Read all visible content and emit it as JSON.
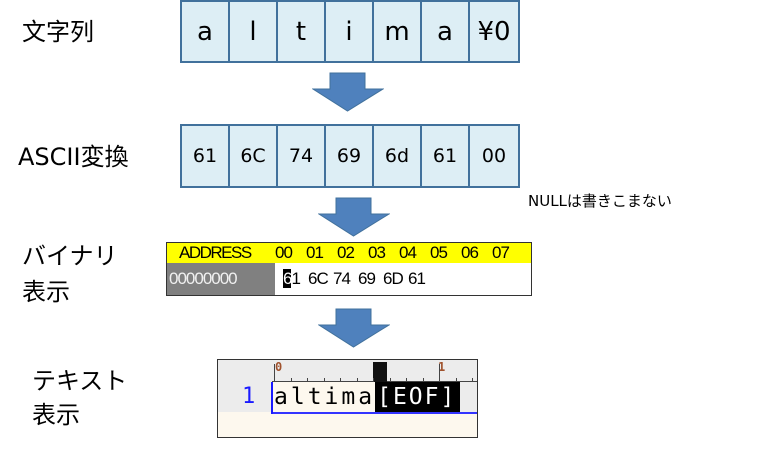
{
  "steps": {
    "string": {
      "label": "文字列",
      "cells": [
        "a",
        "l",
        "t",
        "i",
        "m",
        "a",
        "¥0"
      ]
    },
    "ascii": {
      "label": "ASCII変換",
      "cells": [
        "61",
        "6C",
        "74",
        "69",
        "6d",
        "61",
        "00"
      ],
      "note": "NULLは書きこまない"
    },
    "binary": {
      "label_line1": "バイナリ",
      "label_line2": "表示",
      "header_address": "ADDRESS",
      "header_columns": [
        "00",
        "01",
        "02",
        "03",
        "04",
        "05",
        "06",
        "07"
      ],
      "row_offset": "00000000",
      "row_bytes": [
        "61",
        "6C",
        "74",
        "69",
        "6D",
        "61"
      ]
    },
    "text": {
      "label_line1": "テキスト",
      "label_line2": "表示",
      "line_number": "1",
      "ruler_zero": "0",
      "ruler_one": "1",
      "content": "altima",
      "eof_marker": "[EOF]"
    }
  },
  "colors": {
    "cell_fill": "#ddeef5",
    "cell_border": "#41719c",
    "arrow": "#4f81bd",
    "hex_header": "#ffff00",
    "hex_offset_bg": "#808080",
    "line_number": "#1a1aff"
  }
}
